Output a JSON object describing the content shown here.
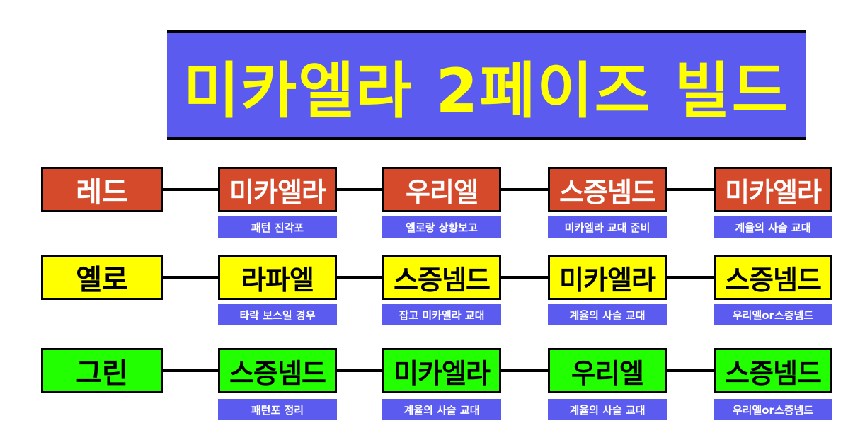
{
  "title": "미카엘라 2페이즈 빌드",
  "colors": {
    "banner": "#5b5bef",
    "title_text": "#ffff00",
    "red": "#d44a2b",
    "yellow": "#ffff00",
    "green": "#22ff00"
  },
  "rows": [
    {
      "label": "레드",
      "steps": [
        {
          "name": "미카엘라",
          "note": "패턴 진각포"
        },
        {
          "name": "우리엘",
          "note": "엘로랑 상황보고"
        },
        {
          "name": "스증넴드",
          "note": "미카엘라 교대 준비"
        },
        {
          "name": "미카엘라",
          "note": "계율의 사슬 교대"
        }
      ]
    },
    {
      "label": "옐로",
      "steps": [
        {
          "name": "라파엘",
          "note": "타락 보스일 경우"
        },
        {
          "name": "스증넴드",
          "note": "잡고 미카엘라 교대"
        },
        {
          "name": "미카엘라",
          "note": "계율의 사슬 교대"
        },
        {
          "name": "스증넴드",
          "note": "우리엘or스증넴드"
        }
      ]
    },
    {
      "label": "그린",
      "steps": [
        {
          "name": "스증넴드",
          "note": "패턴포 정리"
        },
        {
          "name": "미카엘라",
          "note": "계율의 사슬 교대"
        },
        {
          "name": "우리엘",
          "note": "계율의 사슬 교대"
        },
        {
          "name": "스증넴드",
          "note": "우리엘or스증넴드"
        }
      ]
    }
  ]
}
